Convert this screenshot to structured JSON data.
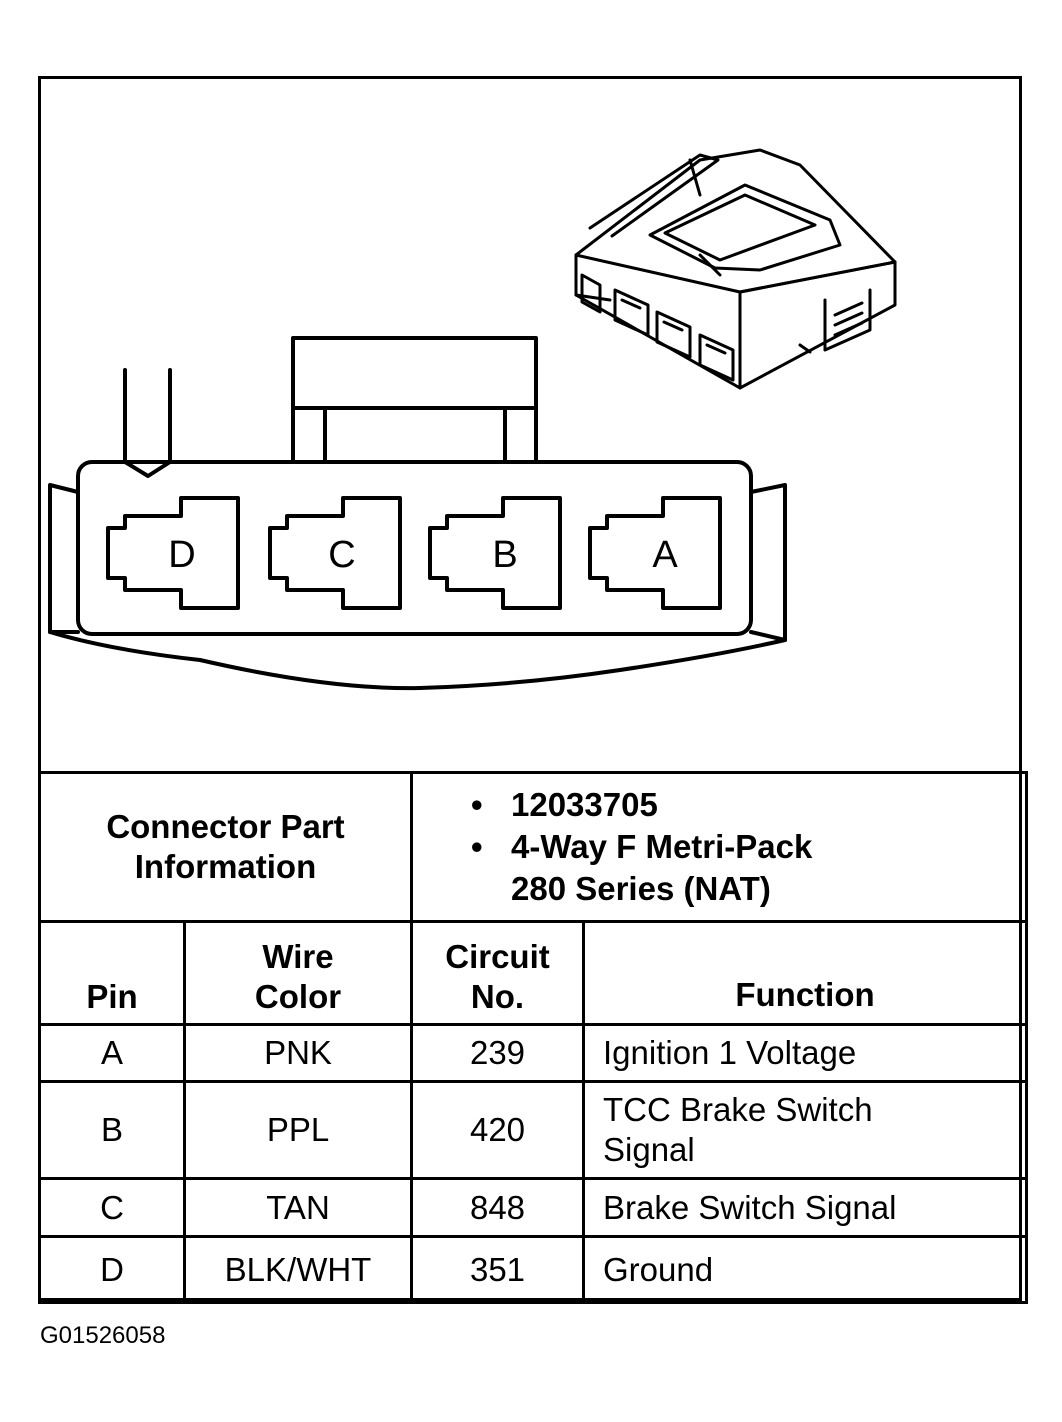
{
  "connector": {
    "pins": [
      "D",
      "C",
      "B",
      "A"
    ]
  },
  "part_info": {
    "label_line1": "Connector Part",
    "label_line2": "Information",
    "bullet": "•",
    "part_number": "12033705",
    "description_line1": "4-Way F Metri-Pack",
    "description_line2": "280 Series (NAT)"
  },
  "table": {
    "headers": {
      "pin": "Pin",
      "wire_color_line1": "Wire",
      "wire_color_line2": "Color",
      "circuit_line1": "Circuit",
      "circuit_line2": "No.",
      "function": "Function"
    },
    "rows": [
      {
        "pin": "A",
        "wire_color": "PNK",
        "circuit": "239",
        "function_line1": "Ignition 1 Voltage",
        "function_line2": ""
      },
      {
        "pin": "B",
        "wire_color": "PPL",
        "circuit": "420",
        "function_line1": "TCC Brake Switch",
        "function_line2": "Signal"
      },
      {
        "pin": "C",
        "wire_color": "TAN",
        "circuit": "848",
        "function_line1": "Brake Switch Signal",
        "function_line2": ""
      },
      {
        "pin": "D",
        "wire_color": "BLK/WHT",
        "circuit": "351",
        "function_line1": "Ground",
        "function_line2": ""
      }
    ]
  },
  "figure_id": "G01526058"
}
